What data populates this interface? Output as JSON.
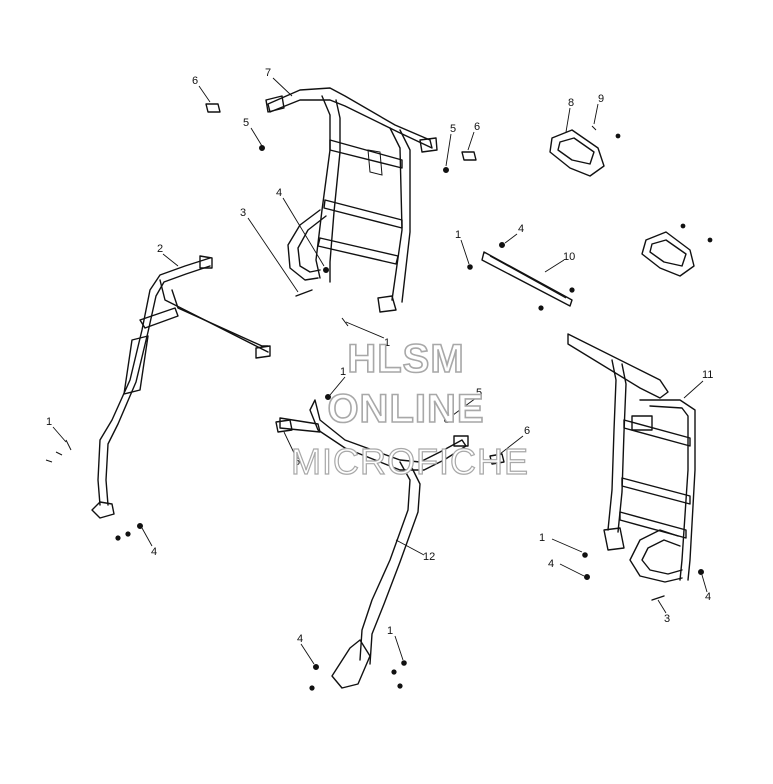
{
  "callouts": [
    {
      "id": "c7",
      "label": "7"
    },
    {
      "id": "c6a",
      "label": "6"
    },
    {
      "id": "c5a",
      "label": "5"
    },
    {
      "id": "c5b",
      "label": "5"
    },
    {
      "id": "c6b",
      "label": "6"
    },
    {
      "id": "c8",
      "label": "8"
    },
    {
      "id": "c9",
      "label": "9"
    },
    {
      "id": "c4a",
      "label": "4"
    },
    {
      "id": "c3a",
      "label": "3"
    },
    {
      "id": "c2",
      "label": "2"
    },
    {
      "id": "c1a",
      "label": "1"
    },
    {
      "id": "c4b",
      "label": "4"
    },
    {
      "id": "c10",
      "label": "10"
    },
    {
      "id": "c1b",
      "label": "1"
    },
    {
      "id": "c11",
      "label": "11"
    },
    {
      "id": "c1c",
      "label": "1"
    },
    {
      "id": "c5c",
      "label": "5"
    },
    {
      "id": "c6c",
      "label": "6"
    },
    {
      "id": "c6d",
      "label": "6"
    },
    {
      "id": "c1d",
      "label": "1"
    },
    {
      "id": "c4c",
      "label": "4"
    },
    {
      "id": "c12",
      "label": "12"
    },
    {
      "id": "c1e",
      "label": "1"
    },
    {
      "id": "c4d",
      "label": "4"
    },
    {
      "id": "c4e",
      "label": "4"
    },
    {
      "id": "c3b",
      "label": "3"
    },
    {
      "id": "c4f",
      "label": "4"
    },
    {
      "id": "c1f",
      "label": "1"
    },
    {
      "id": "c4g",
      "label": "4"
    }
  ],
  "watermark": {
    "line1": "HLSM",
    "line2": "ONLINE",
    "line3": "MICROFICHE"
  }
}
